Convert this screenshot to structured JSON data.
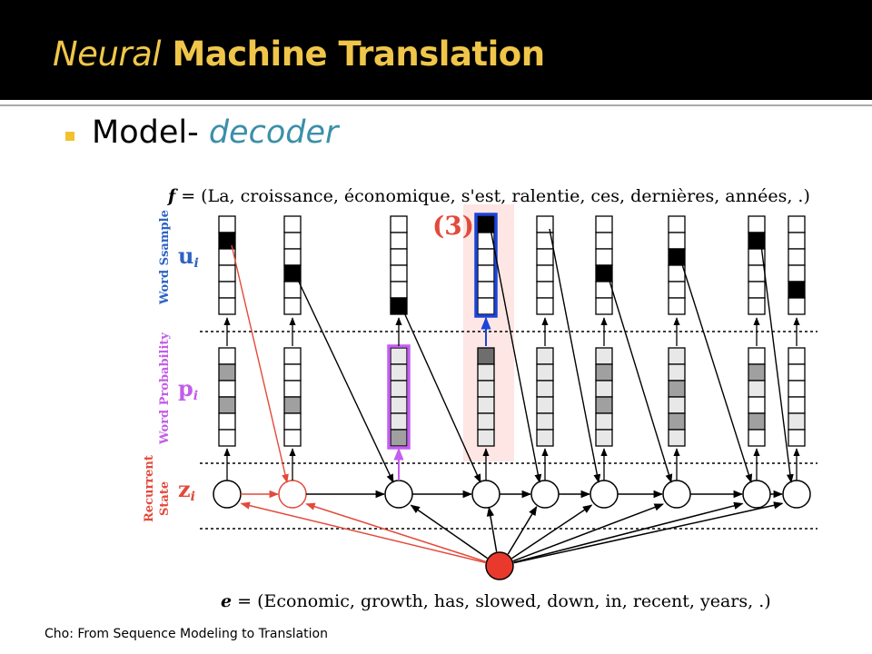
{
  "slide": {
    "title_italic": "Neural",
    "title_bold": "Machine Translation",
    "bullet_plain": "Model- ",
    "bullet_accent": "decoder",
    "caption": "Cho: From Sequence Modeling to Translation"
  },
  "colors": {
    "title": "#f0c64a",
    "accent": "#3c8fa8",
    "bullet": "#f2c12e",
    "sample_label": "#2d62c4",
    "prob_label": "#c25ee8",
    "state_label": "#e24a3b",
    "highlight_box": "#1b44d8",
    "highlight_bg": "#fde6e4",
    "prob_box": "#c45ef0",
    "context_node": "#e8392c"
  },
  "diagram": {
    "f_prefix": "f",
    "f_sentence": " = (La, croissance, économique, s'est, ralentie, ces, dernières, années, .)",
    "e_prefix": "e",
    "e_sentence": " = (Economic, growth, has, slowed, down, in, recent, years, .)",
    "step_marker": "(3)",
    "rows": {
      "sample": {
        "label": "Word Ssample",
        "symbol": "u",
        "sub": "i"
      },
      "probability": {
        "label": "Word Probability",
        "symbol": "p",
        "sub": "i"
      },
      "state": {
        "label": "Recurrent State",
        "label_line1": "Recurrent",
        "label_line2": "State",
        "symbol": "z",
        "sub": "i"
      }
    },
    "sample_selected_index": [
      1,
      3,
      5,
      0,
      -1,
      3,
      2,
      1,
      4
    ],
    "prob_cell_shades": [
      [
        0,
        2,
        0,
        2,
        0,
        0
      ],
      [
        0,
        0,
        0,
        2,
        0,
        0
      ],
      [
        1,
        1,
        1,
        1,
        1,
        2
      ],
      [
        3,
        1,
        1,
        1,
        1,
        1
      ],
      [
        1,
        1,
        1,
        1,
        1,
        1
      ],
      [
        1,
        2,
        1,
        2,
        1,
        1
      ],
      [
        1,
        1,
        2,
        1,
        2,
        1
      ],
      [
        0,
        2,
        1,
        0,
        2,
        0
      ],
      [
        0,
        0,
        0,
        0,
        1,
        0
      ]
    ]
  }
}
